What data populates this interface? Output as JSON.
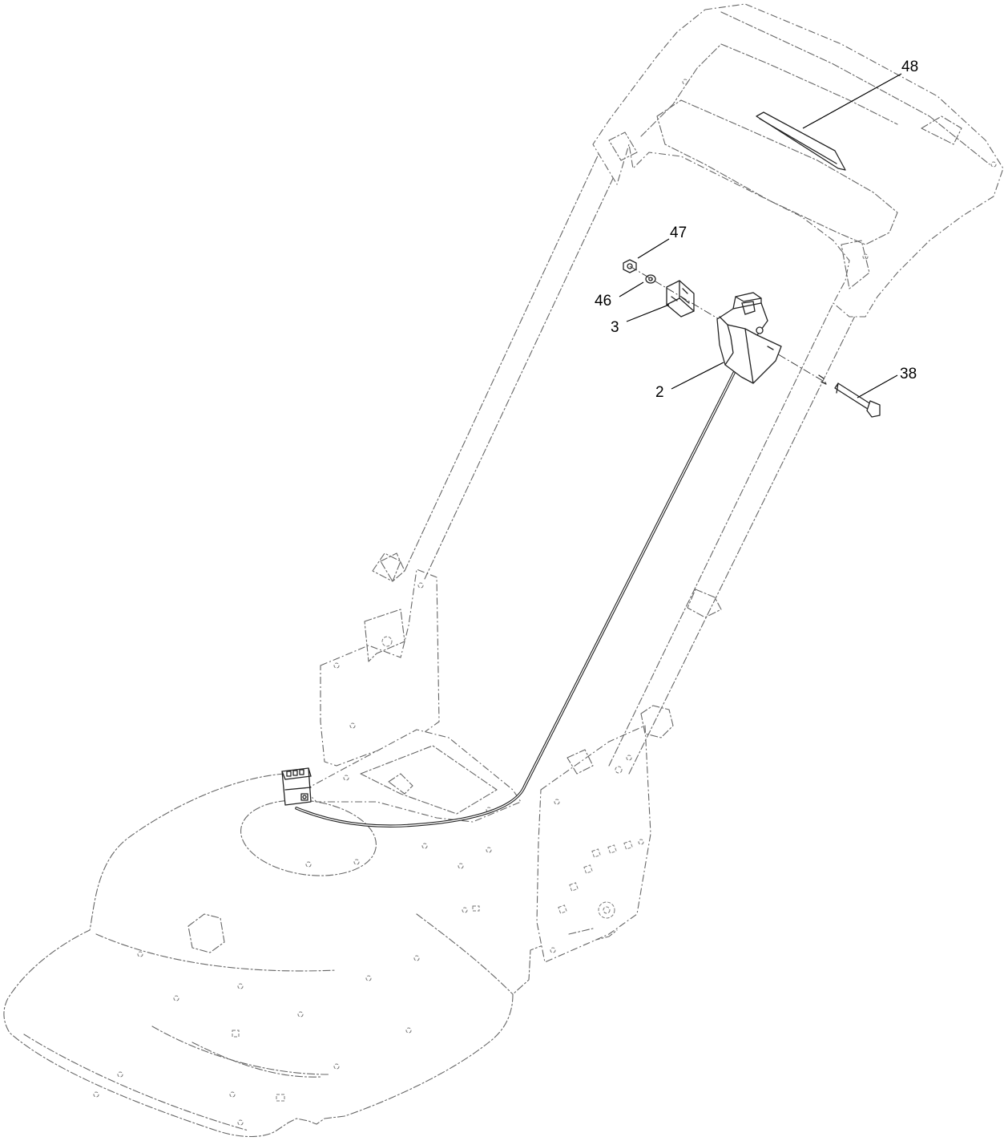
{
  "diagram": {
    "callouts": [
      {
        "id": "48",
        "label": "48"
      },
      {
        "id": "47",
        "label": "47"
      },
      {
        "id": "46",
        "label": "46"
      },
      {
        "id": "3",
        "label": "3"
      },
      {
        "id": "2",
        "label": "2"
      },
      {
        "id": "38",
        "label": "38"
      }
    ],
    "part_icons": {
      "48": "decal-strip-icon",
      "47": "nut-icon",
      "46": "washer-icon",
      "3": "clip-icon",
      "2": "switch-housing-icon",
      "38": "bolt-icon"
    }
  }
}
